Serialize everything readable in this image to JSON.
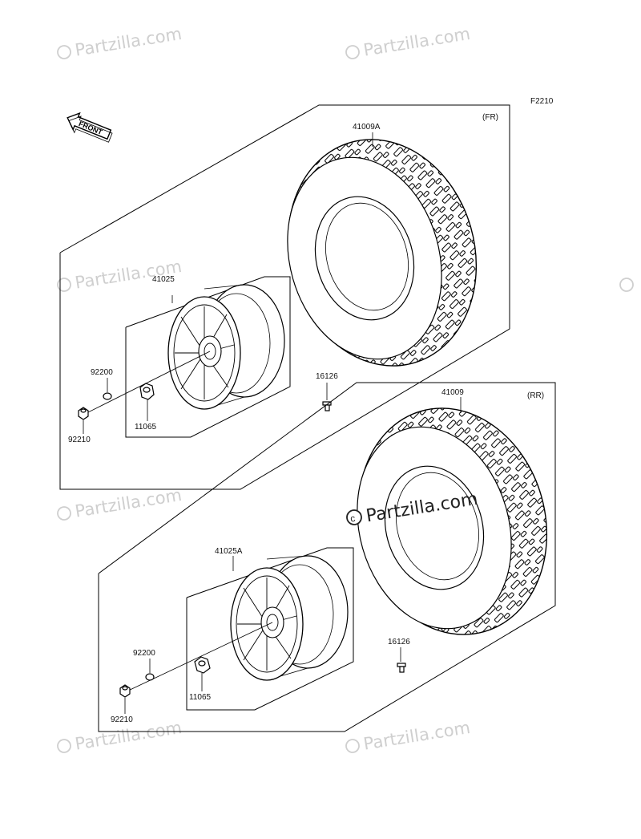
{
  "figure_code": "F2210",
  "front_arrow": {
    "text": "FRONT",
    "icon": "front-direction-arrow-icon"
  },
  "watermark": "Partzilla.com",
  "sections": {
    "front": {
      "tag": "(FR)",
      "tire": "41009A",
      "wheel": "41025",
      "washer": "92200",
      "nut": "92210",
      "cap_nut": "11065",
      "valve": "16126"
    },
    "rear": {
      "tag": "(RR)",
      "tire": "41009",
      "wheel": "41025A",
      "washer": "92200",
      "nut": "92210",
      "cap_nut": "11065",
      "valve": "16126"
    }
  }
}
